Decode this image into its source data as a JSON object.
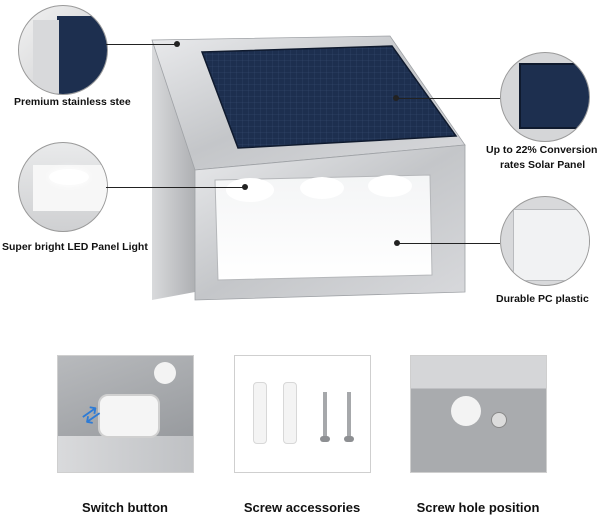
{
  "features": {
    "stainless": "Premium stainless stee",
    "led": "Super bright LED Panel Light",
    "solar_line1": "Up to 22% Conversion",
    "solar_line2": "rates Solar Panel",
    "plastic": "Durable  PC plastic"
  },
  "thumbnails": [
    {
      "caption": "Switch button"
    },
    {
      "caption": "Screw accessories"
    },
    {
      "caption": "Screw hole position"
    }
  ],
  "colors": {
    "solar_panel": "#1d2f4f",
    "steel": "#c7c9cc",
    "switch_arrow": "#2d7bd6"
  }
}
